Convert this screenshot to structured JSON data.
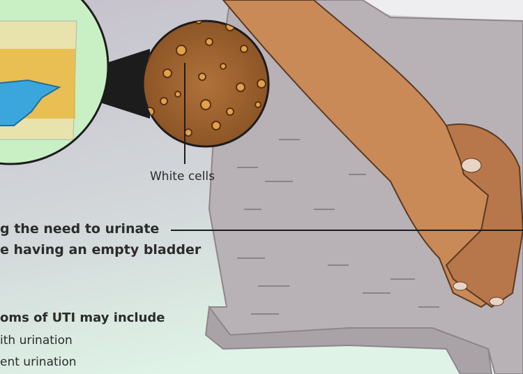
{
  "labels": {
    "microscope_label": "White cells",
    "symptom_line1": "g the need to urinate",
    "symptom_line2": "e having an empty bladder",
    "other_heading": "oms of UTI may include",
    "other_item1": "ith urination",
    "other_item2": "ent urination"
  },
  "colors": {
    "background_top": "#c9c6d0",
    "background_bottom": "#d8efe2",
    "inset_green": "#c8f0c4",
    "cell_field": "#a8682e",
    "skin": "#c98a58",
    "shorts": "#b9b2b7",
    "glove": "#3aa6dc",
    "text": "#2b2b2b"
  }
}
